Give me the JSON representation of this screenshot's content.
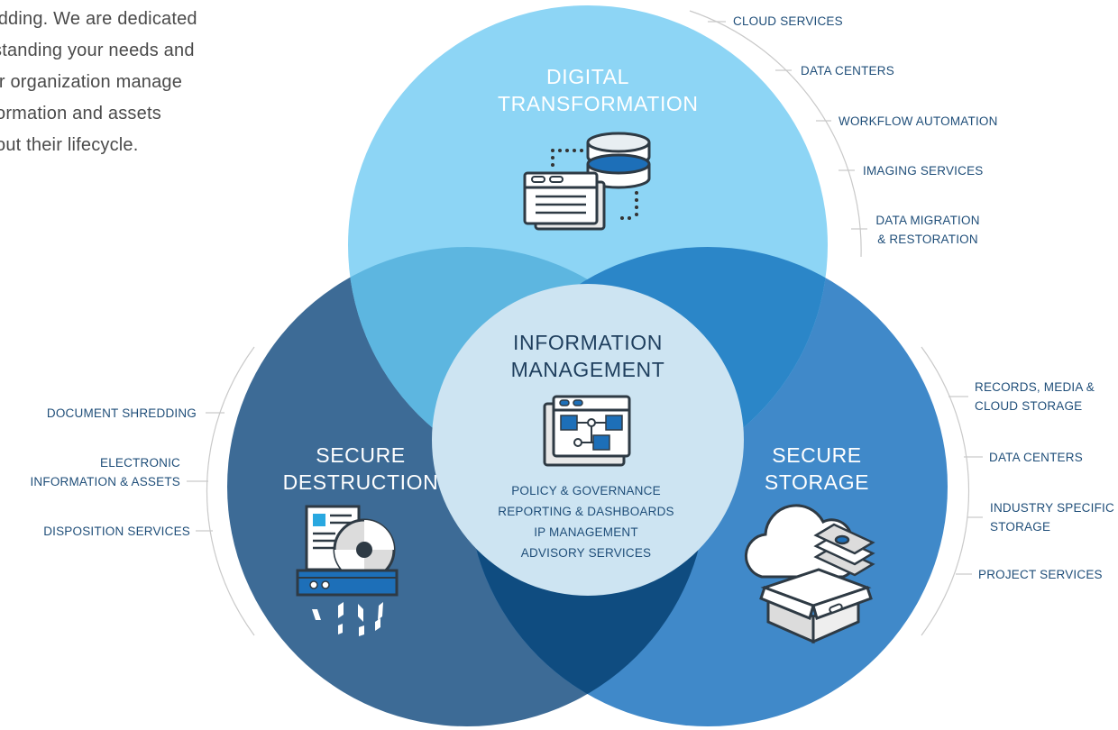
{
  "intro": {
    "lines": [
      "shredding. We are dedicated",
      "standing your needs and",
      "your organization manage",
      "ormation and assets",
      "out their lifecycle."
    ]
  },
  "digital_transformation": {
    "title_lines": [
      "DIGITAL",
      "TRANSFORMATION"
    ],
    "services": [
      "CLOUD SERVICES",
      "DATA CENTERS",
      "WORKFLOW AUTOMATION",
      "IMAGING SERVICES",
      "DATA MIGRATION",
      "& RESTORATION"
    ]
  },
  "information_management": {
    "title_lines": [
      "INFORMATION",
      "MANAGEMENT"
    ],
    "services": [
      "POLICY & GOVERNANCE",
      "REPORTING & DASHBOARDS",
      "IP MANAGEMENT",
      "ADVISORY SERVICES"
    ]
  },
  "secure_destruction": {
    "title_lines": [
      "SECURE",
      "DESTRUCTION"
    ],
    "services": [
      "DOCUMENT SHREDDING",
      "ELECTRONIC",
      "INFORMATION & ASSETS",
      "DISPOSITION SERVICES"
    ]
  },
  "secure_storage": {
    "title_lines": [
      "SECURE",
      "STORAGE"
    ],
    "services": [
      "RECORDS, MEDIA &",
      "CLOUD STORAGE",
      "DATA CENTERS",
      "INDUSTRY SPECIFIC",
      "STORAGE",
      "PROJECT SERVICES"
    ]
  },
  "colors": {
    "digital": "#8dd5f5",
    "destruction": "#3d6b96",
    "storage": "#4089c9",
    "center": "#cde4f2",
    "label": "#1f4e79"
  }
}
